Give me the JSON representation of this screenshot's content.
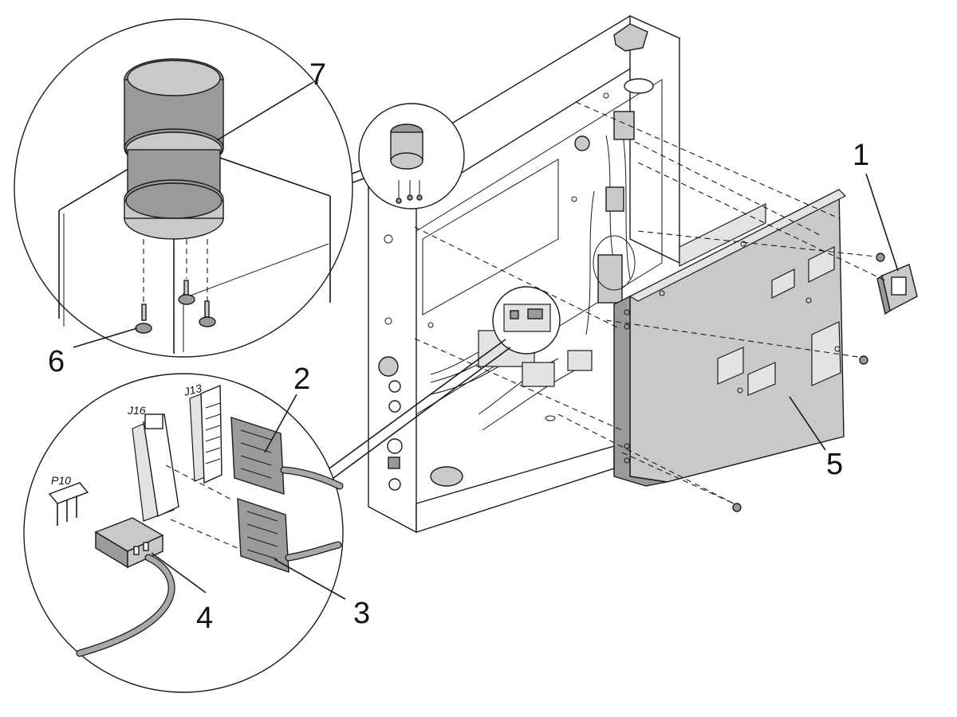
{
  "callouts": {
    "c1": "1",
    "c2": "2",
    "c3": "3",
    "c4": "4",
    "c5": "5",
    "c6": "6",
    "c7": "7"
  },
  "connectors": {
    "j13": "J13",
    "j16": "J16",
    "p10": "P10"
  }
}
